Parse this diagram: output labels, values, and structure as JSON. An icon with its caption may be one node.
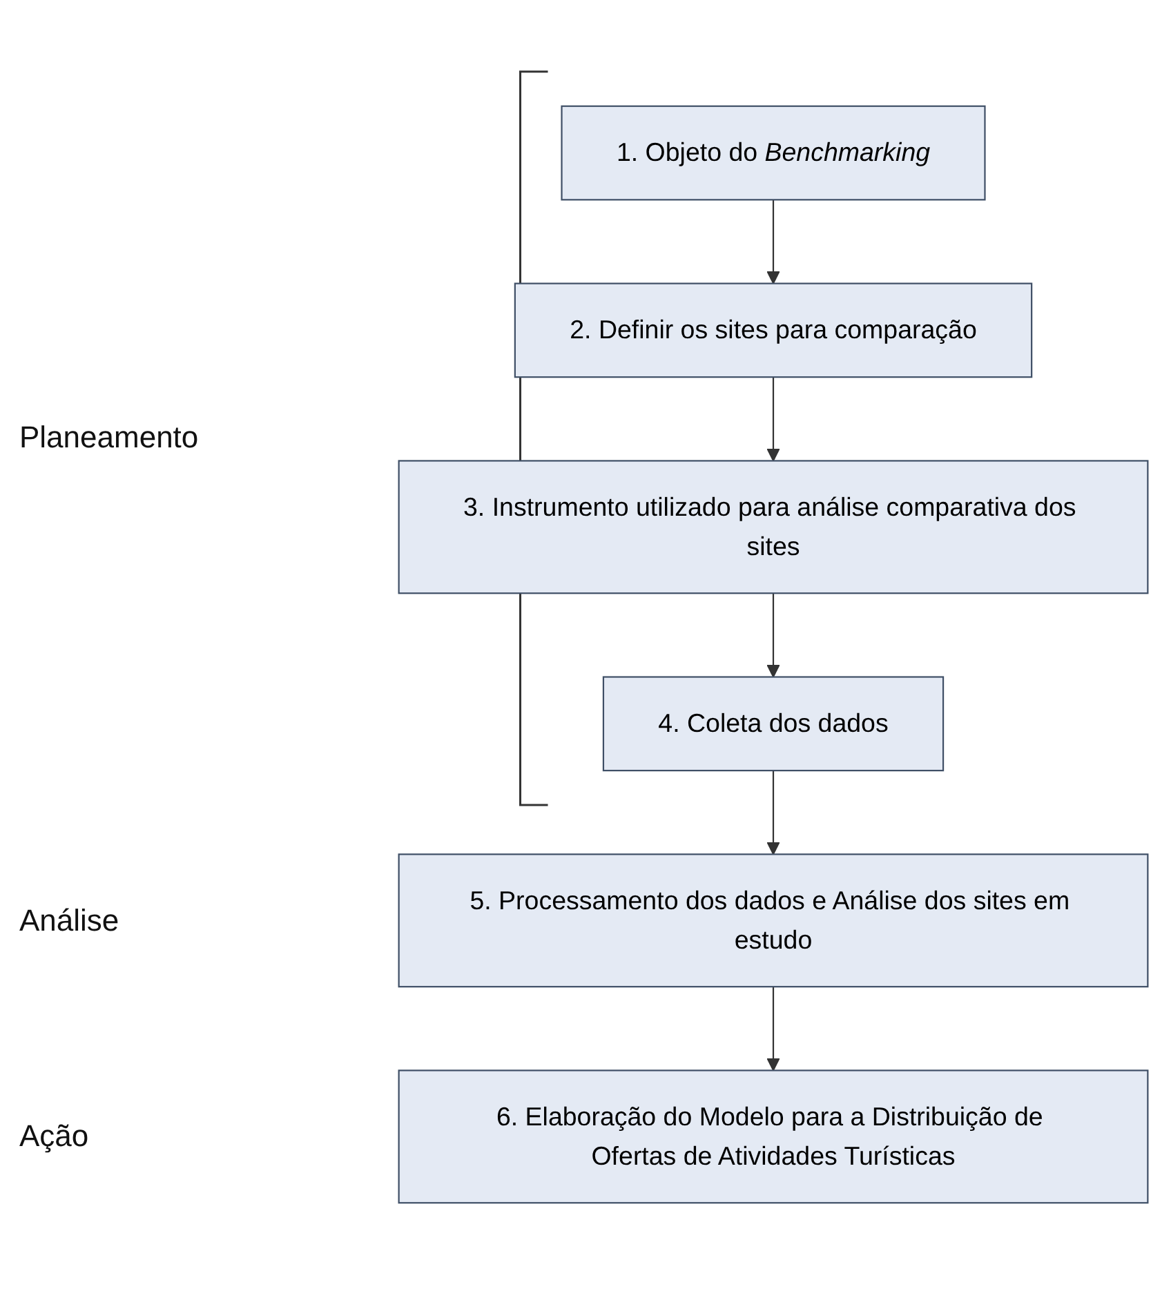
{
  "diagram": {
    "nodes": [
      {
        "text": [
          "1. Objeto do *Benchmarking*"
        ]
      },
      {
        "text": [
          "2. Definir os sites para comparação"
        ]
      },
      {
        "text": [
          "3. Instrumento utilizado para análise comparativa dos sites"
        ]
      },
      {
        "text": [
          "4. Coleta dos dados"
        ]
      },
      {
        "text": [
          "5. Processamento dos dados e Análise dos sites em estudo"
        ]
      },
      {
        "text": [
          "6. Elaboração do Modelo para a Distribuição de Ofertas de Atividades Turísticas"
        ]
      }
    ],
    "edges": [
      {
        "from": 0,
        "to": 1,
        "arrow": "to"
      },
      {
        "from": 1,
        "to": 2,
        "arrow": "to"
      },
      {
        "from": 2,
        "to": 3,
        "arrow": "to"
      },
      {
        "from": 3,
        "to": 4,
        "arrow": "to"
      },
      {
        "from": 4,
        "to": 5,
        "arrow": "to"
      }
    ],
    "labels": [
      "Planeamento",
      "Análise",
      "Ação"
    ]
  }
}
